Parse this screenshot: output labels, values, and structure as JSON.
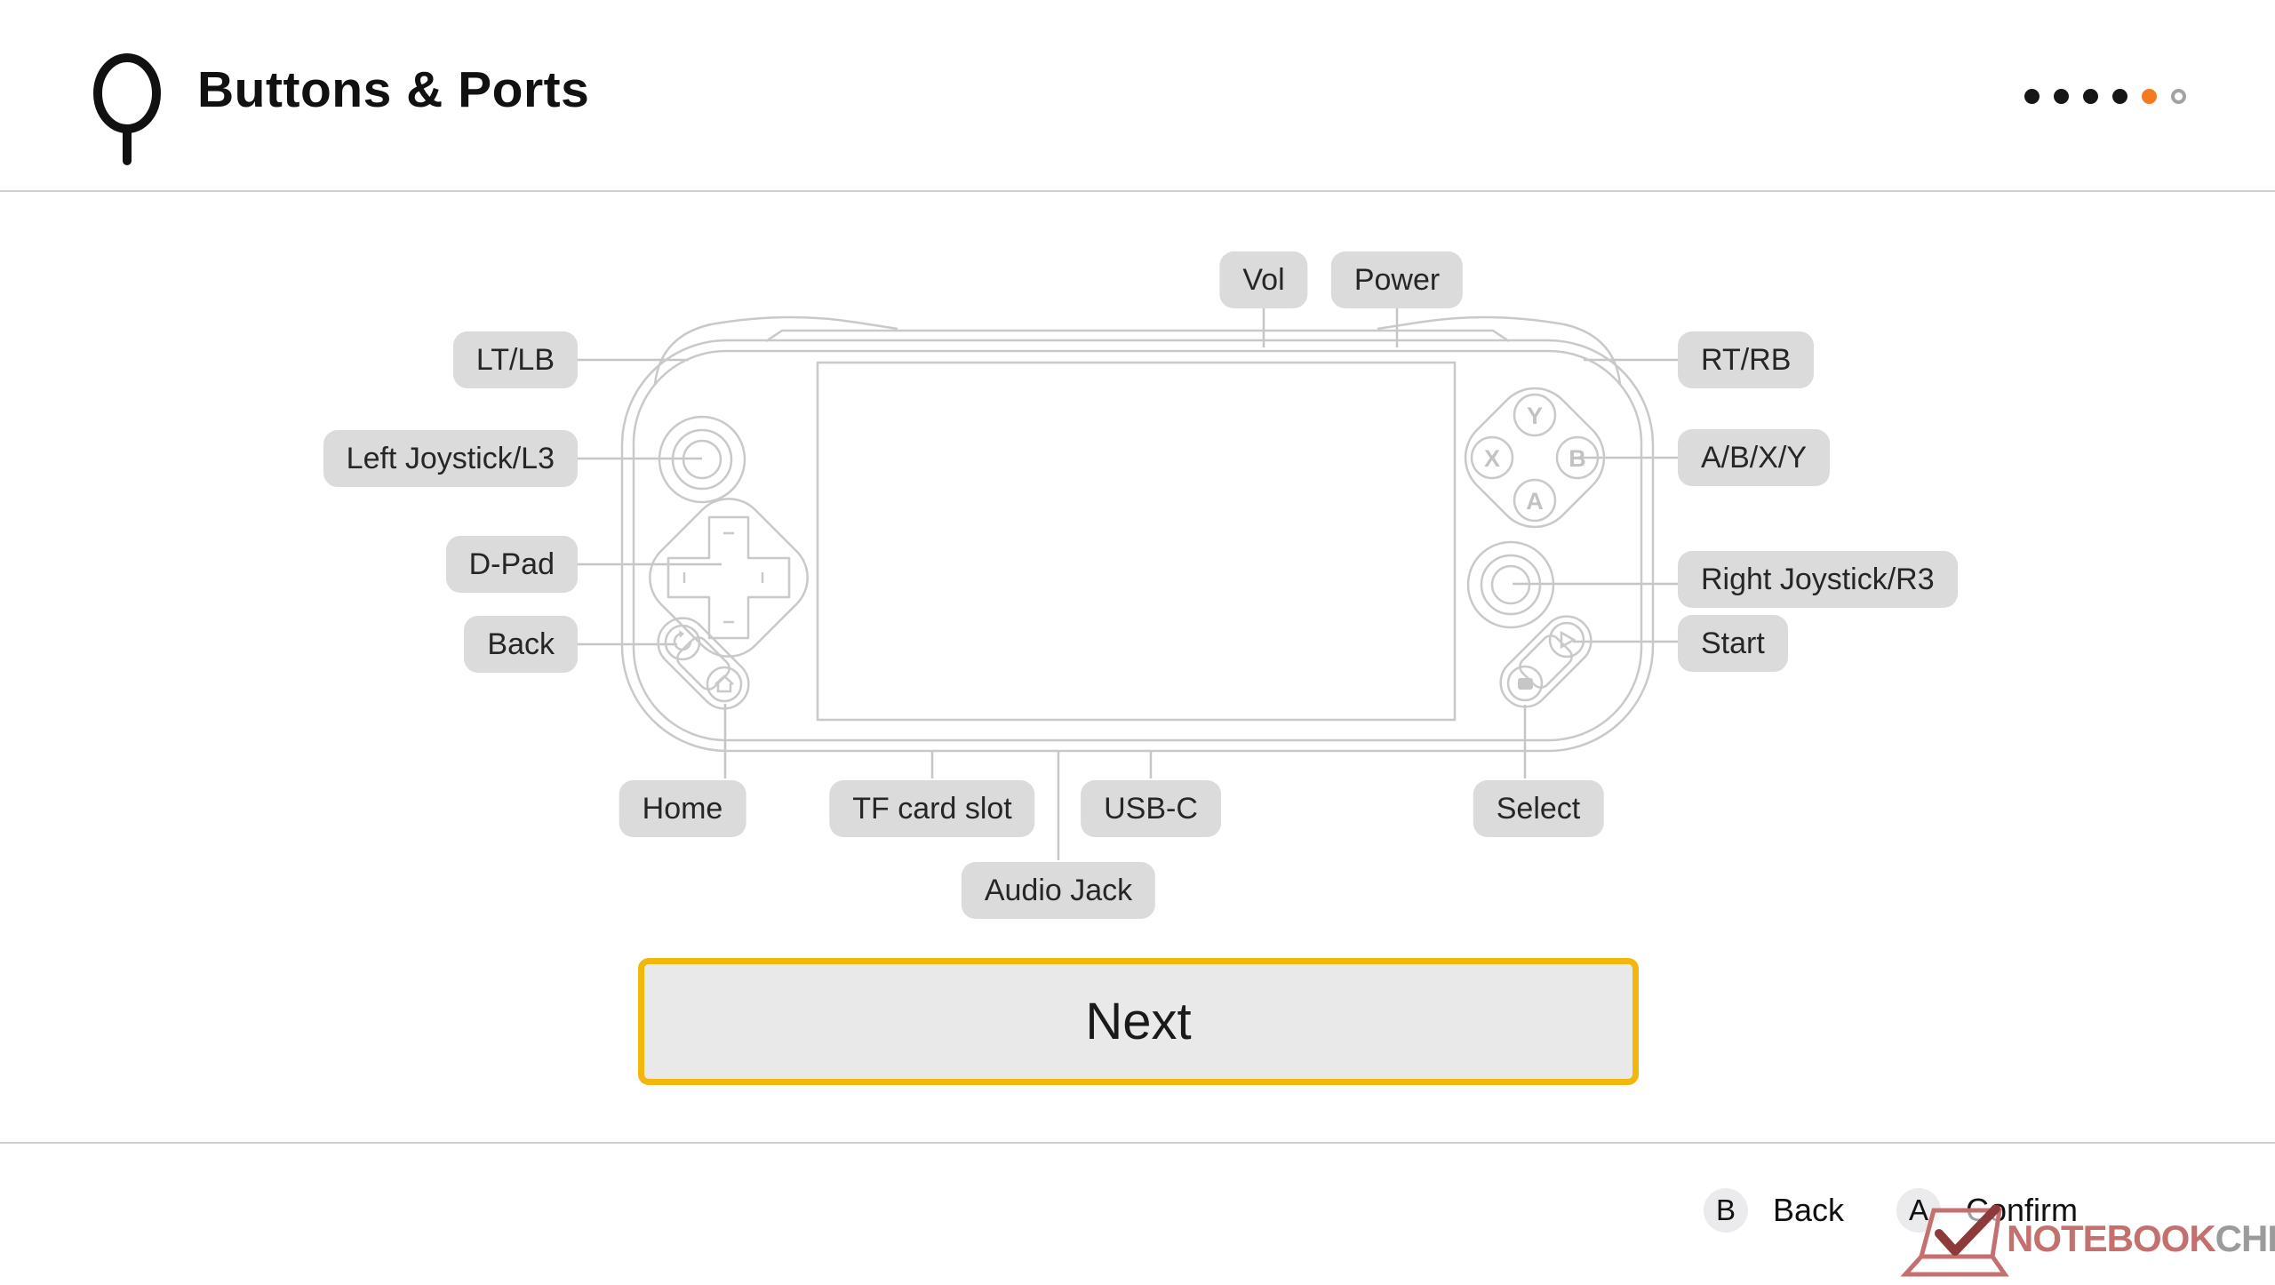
{
  "header": {
    "title": "Buttons & Ports",
    "pagination": {
      "total": 6,
      "current_index": 4,
      "dot_color": "#161616",
      "active_color": "#f4791f",
      "empty_outline_color": "#a3a3a3"
    }
  },
  "diagram": {
    "labels": {
      "vol": "Vol",
      "power": "Power",
      "lt_lb": "LT/LB",
      "left_joystick": "Left Joystick/L3",
      "dpad": "D-Pad",
      "back": "Back",
      "rt_rb": "RT/RB",
      "abxy": "A/B/X/Y",
      "right_joystick": "Right Joystick/R3",
      "start": "Start",
      "home": "Home",
      "tf_card": "TF card slot",
      "usb_c": "USB-C",
      "audio_jack": "Audio Jack",
      "select": "Select"
    },
    "face_buttons": {
      "top": "Y",
      "left": "X",
      "right": "B",
      "bottom": "A"
    }
  },
  "next_button": {
    "label": "Next",
    "focus_border_color": "#f2b70b"
  },
  "footer": {
    "back_hint": {
      "key": "B",
      "label": "Back"
    },
    "confirm_hint": {
      "key": "A",
      "label": "Confirm"
    }
  },
  "watermark": {
    "part1": "NOTEBOOK",
    "part2": "CHECK",
    "part1_color": "#c4706f",
    "part2_color": "#9b9b9b"
  }
}
